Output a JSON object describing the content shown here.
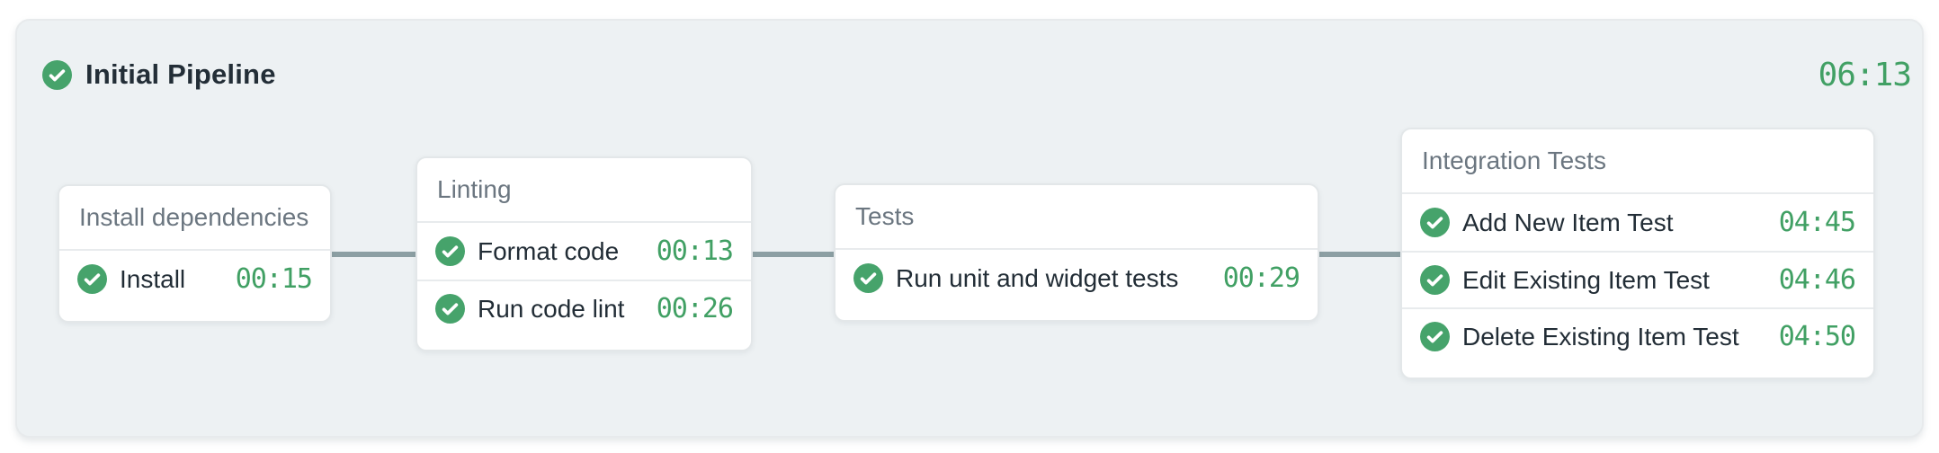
{
  "header": {
    "title": "Initial Pipeline",
    "duration": "06:13",
    "status": "success"
  },
  "stages": [
    {
      "title": "Install dependencies",
      "steps": [
        {
          "label": "Install",
          "duration": "00:15",
          "status": "success"
        }
      ]
    },
    {
      "title": "Linting",
      "steps": [
        {
          "label": "Format code",
          "duration": "00:13",
          "status": "success"
        },
        {
          "label": "Run code lint",
          "duration": "00:26",
          "status": "success"
        }
      ]
    },
    {
      "title": "Tests",
      "steps": [
        {
          "label": "Run unit and widget tests",
          "duration": "00:29",
          "status": "success"
        }
      ]
    },
    {
      "title": "Integration Tests",
      "steps": [
        {
          "label": "Add New Item Test",
          "duration": "04:45",
          "status": "success"
        },
        {
          "label": "Edit Existing Item Test",
          "duration": "04:46",
          "status": "success"
        },
        {
          "label": "Delete Existing Item Test",
          "duration": "04:50",
          "status": "success"
        }
      ]
    }
  ],
  "icons": {
    "status_success": "check-circle-icon"
  },
  "colors": {
    "success_badge_green": "#46a36b",
    "duration_green": "#41a064",
    "connector_gray": "#8c9fa3",
    "panel_background": "#edf1f3",
    "card_background": "#ffffff",
    "title_gray": "#6b7680",
    "label_dark": "#222d36"
  }
}
